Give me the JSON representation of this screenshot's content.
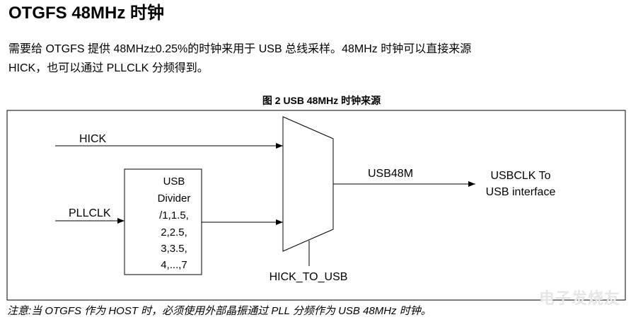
{
  "heading": "OTGFS 48MHz 时钟",
  "paragraph": {
    "line1": "需要给 OTGFS 提供 48MHz±0.25%的时钟来用于 USB 总线采样。48MHz 时钟可以直接来源",
    "line2": "HICK，也可以通过 PLLCLK 分频得到。"
  },
  "figure": {
    "caption": "图  2 USB 48MHz 时钟来源",
    "inputs": {
      "hick": "HICK",
      "pllclk": "PLLCLK"
    },
    "divider": {
      "lines": [
        "USB",
        "Divider",
        "/1,1.5,",
        "2,2.5,",
        "3,3.5,",
        "4,...,7"
      ]
    },
    "mux": {
      "output_label": "USB48M",
      "select_label": "HICK_TO_USB"
    },
    "destination": {
      "line1": "USBCLK To",
      "line2": "USB interface"
    }
  },
  "note": "注意:当 OTGFS 作为 HOST 时，必须使用外部晶振通过 PLL 分频作为 USB 48MHz 时钟。",
  "watermark": "电子发烧友"
}
